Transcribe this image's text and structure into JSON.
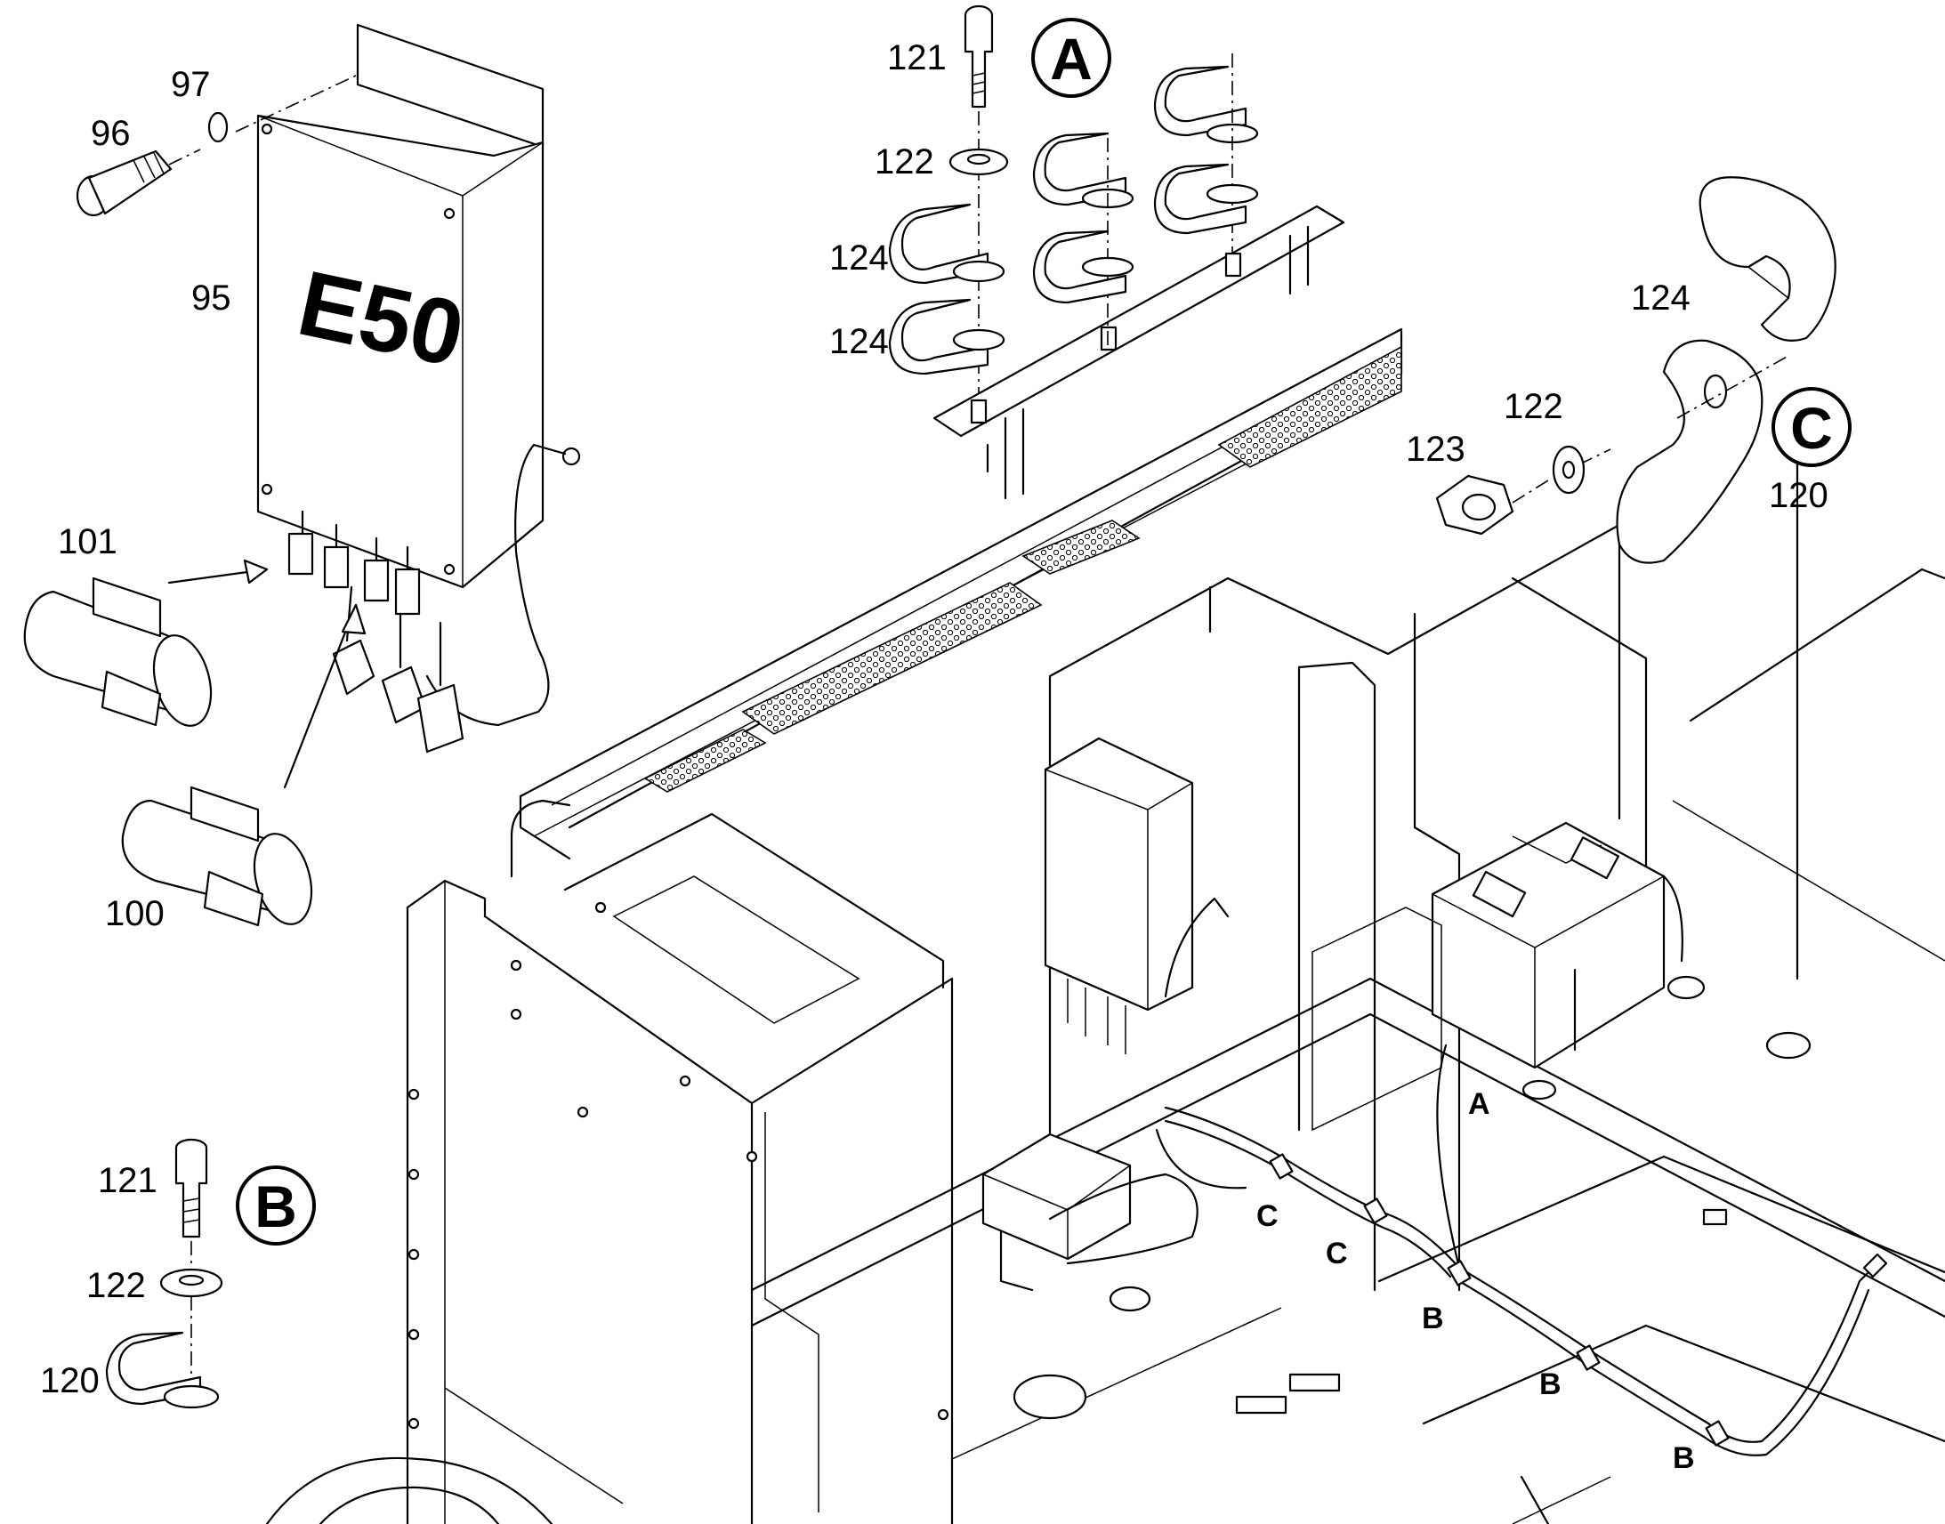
{
  "diagram": {
    "box_label": "E50",
    "callouts": {
      "c95": "95",
      "c96": "96",
      "c97": "97",
      "c100": "100",
      "c101": "101",
      "a121": "121",
      "a122": "122",
      "a124a": "124",
      "a124b": "124",
      "c124": "124",
      "c122": "122",
      "c123": "123",
      "c120": "120",
      "b121": "121",
      "b122": "122",
      "b120": "120"
    },
    "detail_markers": {
      "a": "A",
      "b": "B",
      "c": "C"
    },
    "location_letters": {
      "loc_a": "A",
      "loc_c1": "C",
      "loc_c2": "C",
      "loc_b1": "B",
      "loc_b2": "B",
      "loc_b3": "B"
    }
  }
}
